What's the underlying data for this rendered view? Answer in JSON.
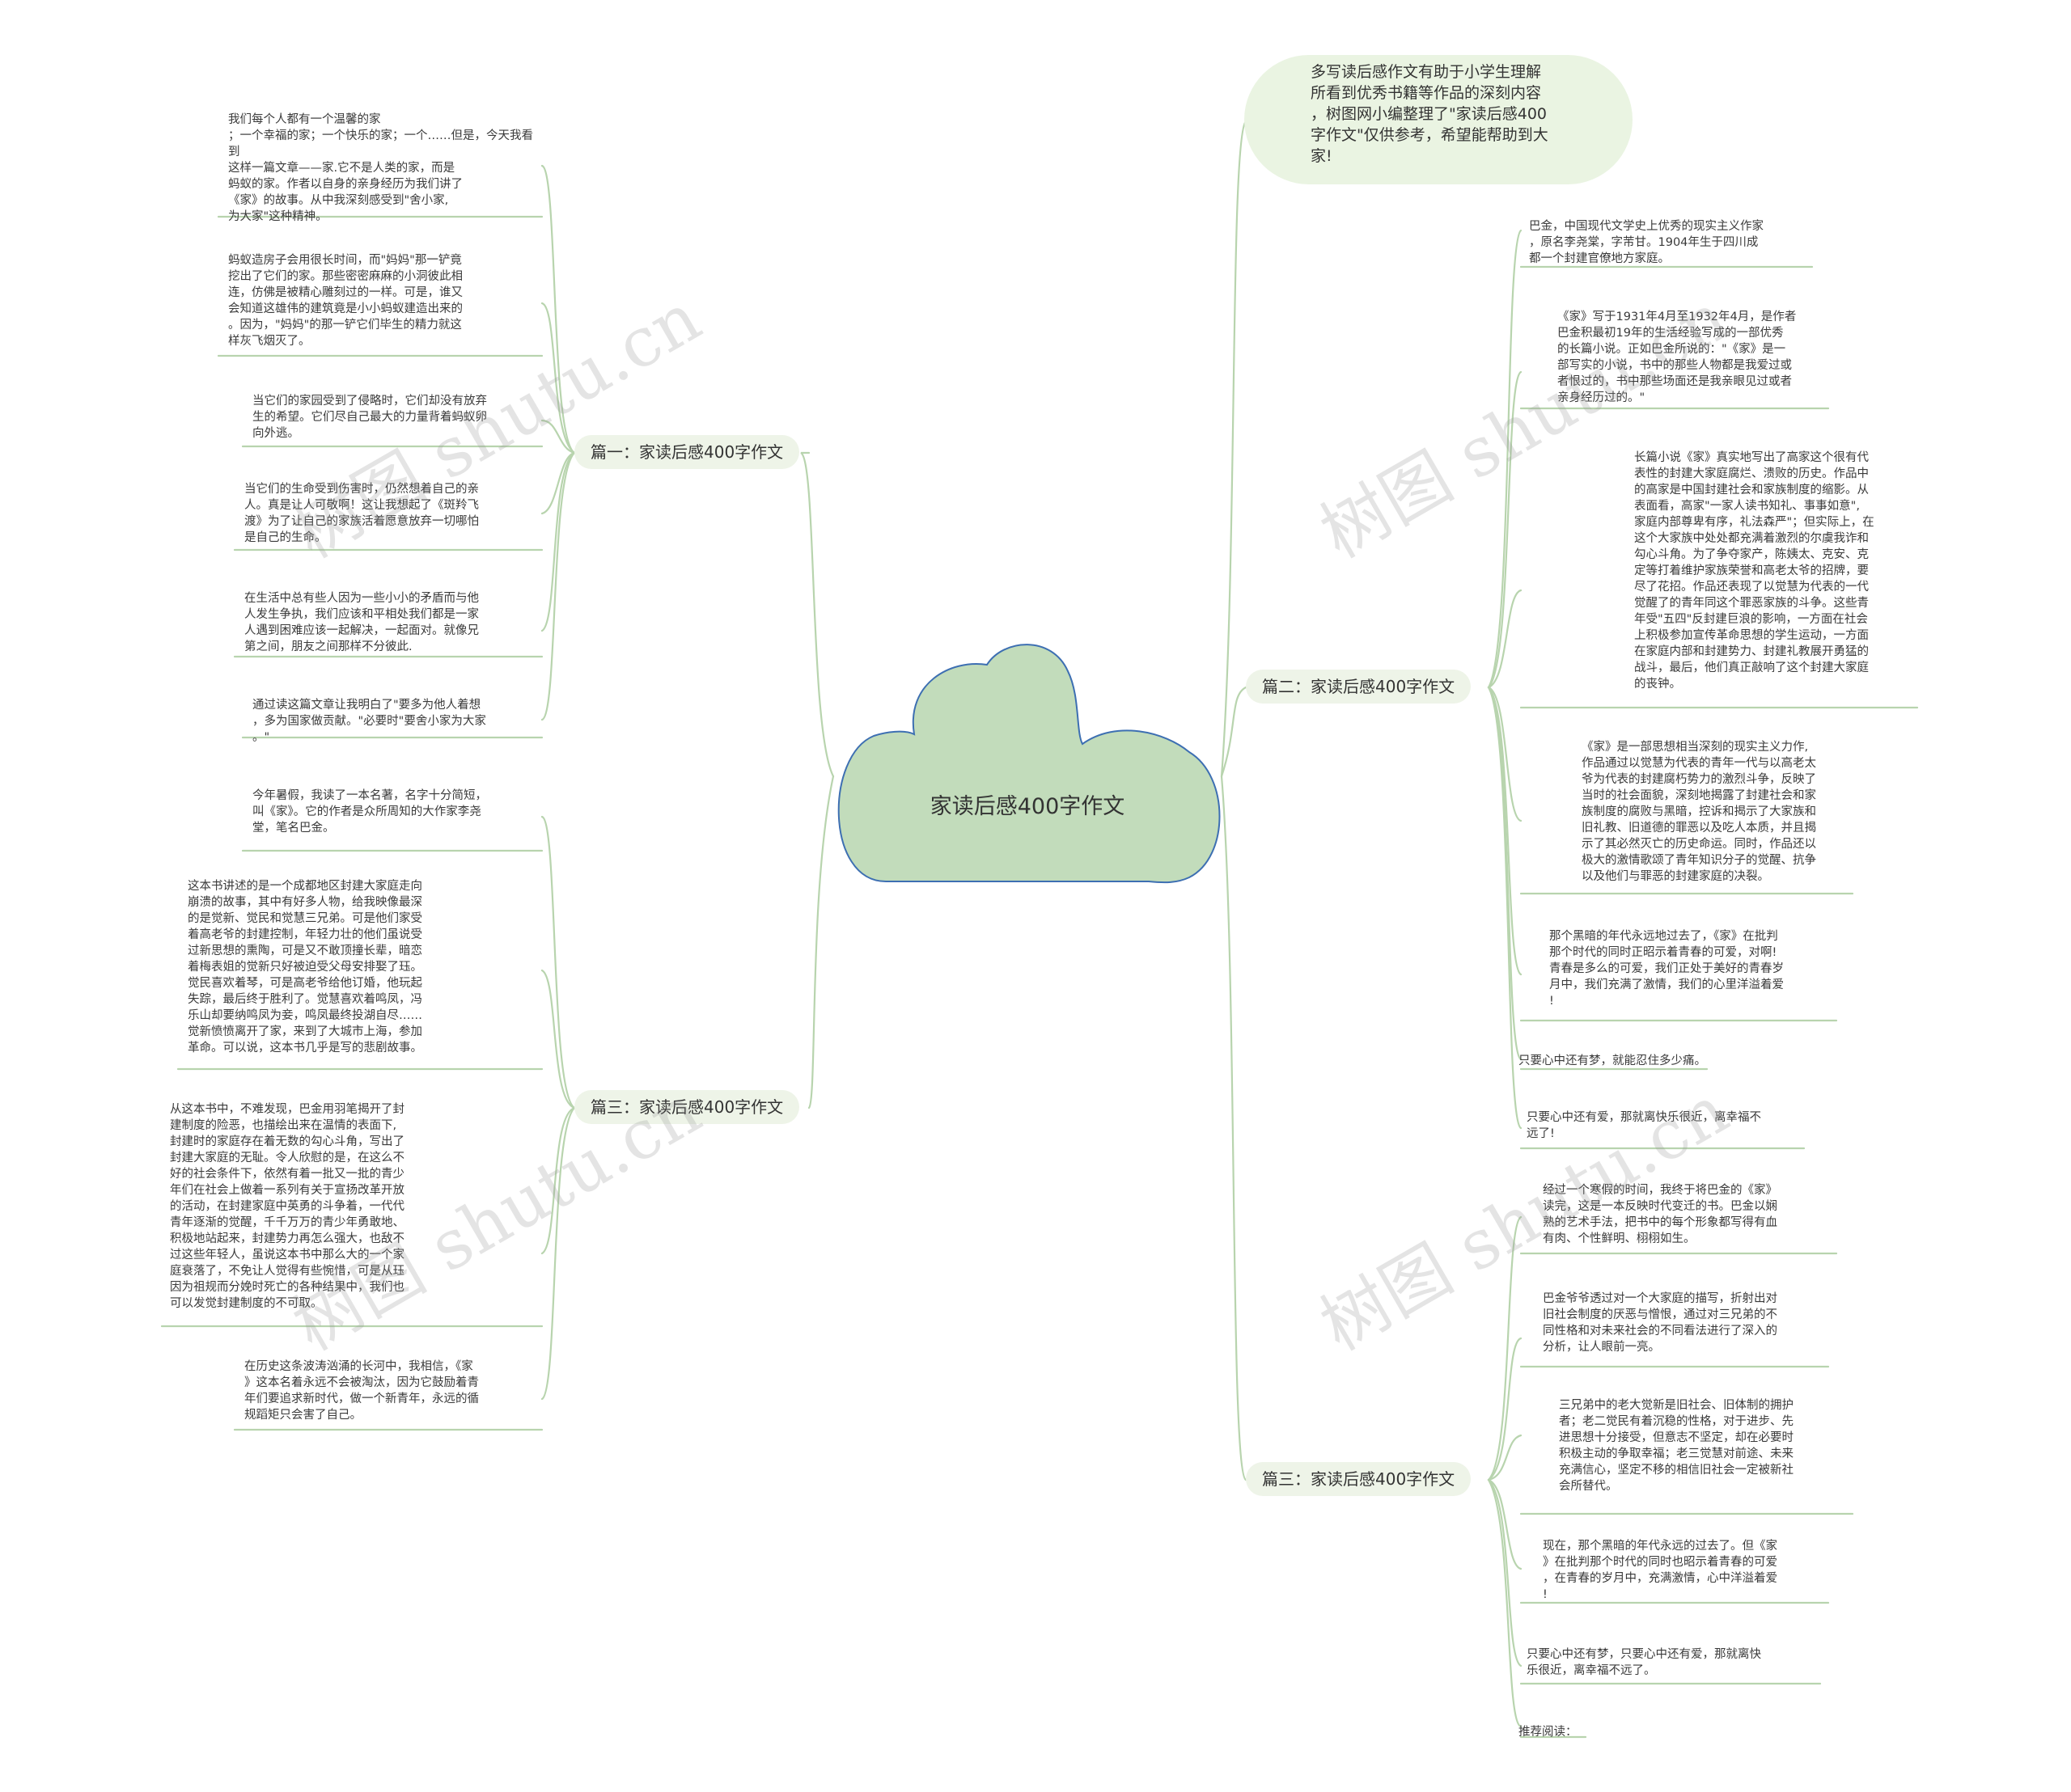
{
  "root": {
    "title": "家读后感400字作文",
    "fill": "#c2dcbb",
    "stroke": "#3d6fb2"
  },
  "intro": "多写读后感作文有助于小学生理解\n所看到优秀书籍等作品的深刻内容\n，树图网小编整理了\"家读后感400\n字作文\"仅供参考，希望能帮助到大\n家!",
  "left": {
    "branch1": {
      "label": "篇一：家读后感400字作文",
      "leaves": [
        "我们每个人都有一个温馨的家\n；一个幸福的家；一个快乐的家；一个……但是，今天我看到\n这样一篇文章——家.它不是人类的家，而是\n蚂蚁的家。作者以自身的亲身经历为我们讲了\n《家》的故事。从中我深刻感受到\"舍小家,\n为大家\"这种精神。",
        "蚂蚁造房子会用很长时间，而\"妈妈\"那一铲竟\n挖出了它们的家。那些密密麻麻的小洞彼此相\n连，仿佛是被精心雕刻过的一样。可是，谁又\n会知道这雄伟的建筑竟是小小蚂蚁建造出来的\n。因为，\"妈妈\"的那一铲它们毕生的精力就这\n样灰飞烟灭了。",
        "当它们的家园受到了侵略时，它们却没有放弃\n生的希望。它们尽自己最大的力量背着蚂蚁卵\n向外逃。",
        "当它们的生命受到伤害时，仍然想着自己的亲\n人。真是让人可敬啊！这让我想起了《斑羚飞\n渡》为了让自己的家族活着愿意放弃一切哪怕\n是自己的生命。",
        "在生活中总有些人因为一些小小的矛盾而与他\n人发生争执，我们应该和平相处我们都是一家\n人遇到困难应该一起解决，一起面对。就像兄\n第之间，朋友之间那样不分彼此.",
        "通过读这篇文章让我明白了\"要多为他人着想\n，多为国家做贡献。\"必要时\"要舍小家为大家\n。\""
      ]
    },
    "branch3": {
      "label": "篇三：家读后感400字作文",
      "leaves": [
        "今年暑假，我读了一本名著，名字十分简短，\n叫《家》。它的作者是众所周知的大作家李尧\n堂，笔名巴金。",
        "这本书讲述的是一个成都地区封建大家庭走向\n崩溃的故事，其中有好多人物，给我映像最深\n的是觉新、觉民和觉慧三兄弟。可是他们家受\n着高老爷的封建控制，年轻力壮的他们虽说受\n过新思想的熏陶，可是又不敢顶撞长辈，暗恋\n着梅表姐的觉新只好被迫受父母安排娶了珏。\n觉民喜欢着琴，可是高老爷给他订婚，他玩起\n失踪，最后终于胜利了。觉慧喜欢着鸣凤，冯\n乐山却要纳鸣凤为妾，鸣凤最终投湖自尽……\n觉新愤愤离开了家，来到了大城市上海，参加\n革命。可以说，这本书几乎是写的悲剧故事。",
        "从这本书中，不难发现，巴金用羽笔揭开了封\n建制度的险恶，也描绘出来在温情的表面下,\n封建时的家庭存在着无数的勾心斗角，写出了\n封建大家庭的无耻。令人欣慰的是，在这么不\n好的社会条件下，依然有着一批又一批的青少\n年们在社会上做着一系列有关于宣扬改革开放\n的活动，在封建家庭中英勇的斗争着，一代代\n青年逐渐的觉醒，千千万万的青少年勇敢地、\n积极地站起来，封建势力再怎么强大，也敌不\n过这些年轻人，虽说这本书中那么大的一个家\n庭衰落了，不免让人觉得有些惋惜，可是从珏\n因为祖规而分娩时死亡的各种结果中，我们也\n可以发觉封建制度的不可取。",
        "在历史这条波涛汹涌的长河中，我相信，《家\n》这本名着永远不会被淘汰，因为它鼓励着青\n年们要追求新时代，做一个新青年，永远的循\n规蹈矩只会害了自己。"
      ]
    }
  },
  "right": {
    "branch2": {
      "label": "篇二：家读后感400字作文",
      "leaves": [
        "巴金，中国现代文学史上优秀的现实主义作家\n，原名李尧棠，字芾甘。1904年生于四川成\n都一个封建官僚地方家庭。",
        "《家》写于1931年4月至1932年4月，是作者\n巴金积最初19年的生活经验写成的一部优秀\n的长篇小说。正如巴金所说的：\"《家》是一\n部写实的小说，书中的那些人物都是我爱过或\n者恨过的，书中那些场面还是我亲眼见过或者\n亲身经历过的。\"",
        "长篇小说《家》真实地写出了高家这个很有代\n表性的封建大家庭腐烂、溃败的历史。作品中\n的高家是中国封建社会和家族制度的缩影。从\n表面看，高家\"一家人读书知礼、事事如意\",\n家庭内部尊卑有序，礼法森严\"；但实际上，在\n这个大家族中处处都充满着激烈的尔虞我诈和\n勾心斗角。为了争夺家产，陈姨太、克安、克\n定等打着维护家族荣誉和高老太爷的招牌，要\n尽了花招。作品还表现了以觉慧为代表的一代\n觉醒了的青年同这个罪恶家族的斗争。这些青\n年受\"五四\"反封建巨浪的影响，一方面在社会\n上积极参加宣传革命思想的学生运动，一方面\n在家庭内部和封建势力、封建礼教展开勇猛的\n战斗，最后，他们真正敲响了这个封建大家庭\n的丧钟。",
        "《家》是一部思想相当深刻的现实主义力作,\n作品通过以觉慧为代表的青年一代与以高老太\n爷为代表的封建腐朽势力的激烈斗争，反映了\n当时的社会面貌，深刻地揭露了封建社会和家\n族制度的腐败与黑暗，控诉和揭示了大家族和\n旧礼教、旧道德的罪恶以及吃人本质，并且揭\n示了其必然灭亡的历史命运。同时，作品还以\n极大的激情歌颂了青年知识分子的觉醒、抗争\n以及他们与罪恶的封建家庭的决裂。",
        "那个黑暗的年代永远地过去了，《家》在批判\n那个时代的同时正昭示着青春的可爱，对啊!\n青春是多么的可爱，我们正处于美好的青春岁\n月中，我们充满了激情，我们的心里洋溢着爱\n!",
        "只要心中还有梦，就能忍住多少痛。",
        "只要心中还有爱，那就离快乐很近，离幸福不\n远了!"
      ]
    },
    "branch3": {
      "label": "篇三：家读后感400字作文",
      "leaves": [
        "经过一个寒假的时间，我终于将巴金的《家》\n读完，这是一本反映时代变迁的书。巴金以娴\n熟的艺术手法，把书中的每个形象都写得有血\n有肉、个性鲜明、栩栩如生。",
        "巴金爷爷透过对一个大家庭的描写，折射出对\n旧社会制度的厌恶与憎恨，通过对三兄弟的不\n同性格和对未来社会的不同看法进行了深入的\n分析，让人眼前一亮。",
        "三兄弟中的老大觉新是旧社会、旧体制的拥护\n者；老二觉民有着沉稳的性格，对于进步、先\n进思想十分接受，但意志不坚定，却在必要时\n积极主动的争取幸福；老三觉慧对前途、未来\n充满信心，坚定不移的相信旧社会一定被新社\n会所替代。",
        "现在，那个黑暗的年代永远的过去了。但《家\n》在批判那个时代的同时也昭示着青春的可爱\n，在青春的岁月中，充满激情，心中洋溢着爱\n!",
        "只要心中还有梦，只要心中还有爱，那就离快\n乐很近，离幸福不远了。",
        "推荐阅读："
      ]
    }
  },
  "watermark": "树图 shutu.cn",
  "colors": {
    "line": "#b8d4ae",
    "branch_bg": "#eef4e8"
  }
}
